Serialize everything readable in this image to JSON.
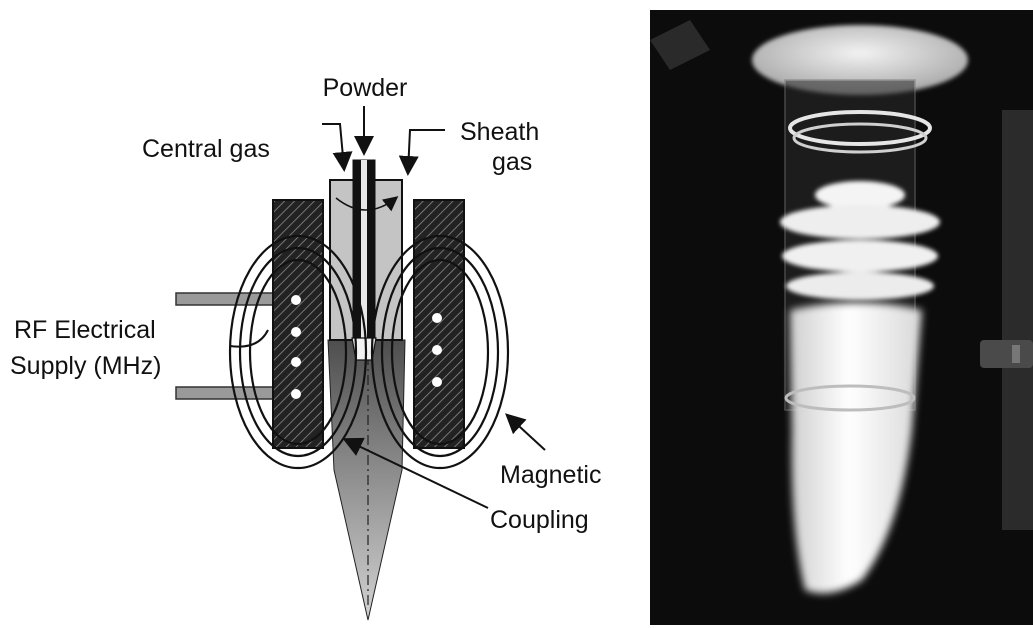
{
  "labels": {
    "powder": "Powder",
    "central_gas": "Central gas",
    "sheath_gas_line1": "Sheath",
    "sheath_gas_line2": "gas",
    "rf_line1": "RF Electrical",
    "rf_line2": "Supply (MHz)",
    "magnetic_line1": "Magnetic",
    "magnetic_line2": "Coupling"
  },
  "colors": {
    "ink": "#111111",
    "tube_fill": "#c4c4c4",
    "plasma_dark": "#5a5a5a",
    "plasma_light": "#cfcfcf",
    "photo_background": "#0c0c0c",
    "photo_glow": "#f6f6f6"
  }
}
